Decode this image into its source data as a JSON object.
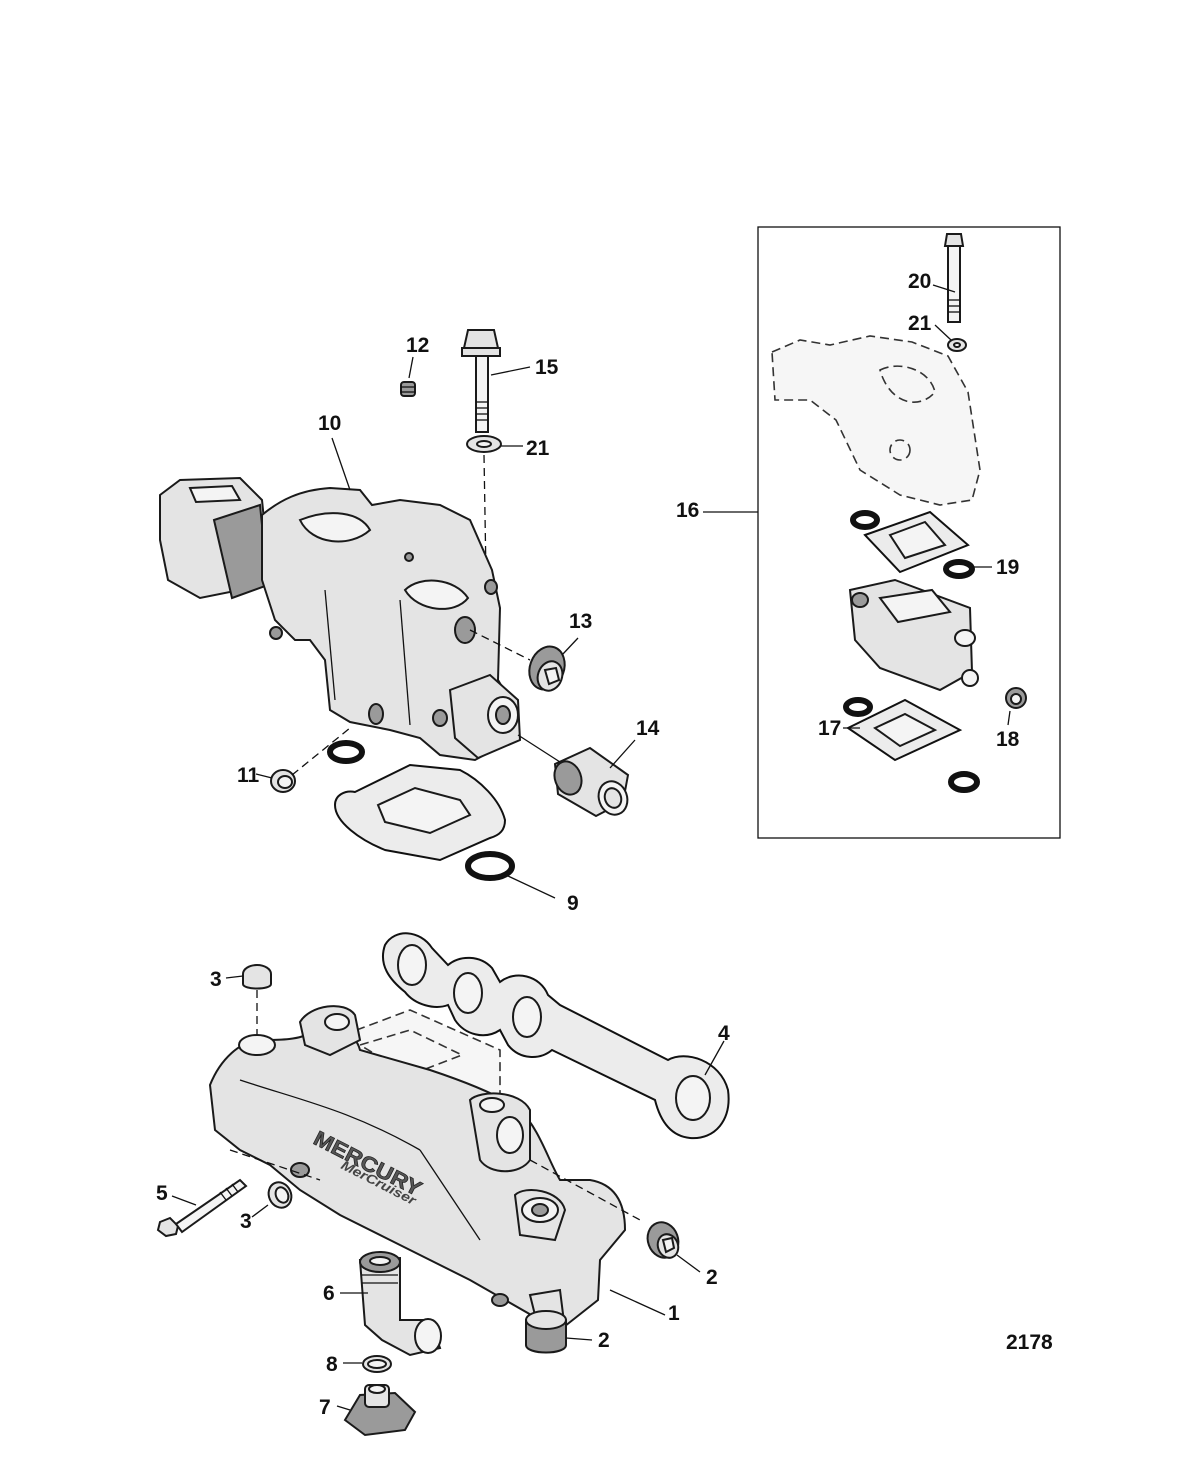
{
  "figure_number": "2178",
  "callouts": {
    "c1": "1",
    "c2a": "2",
    "c2b": "2",
    "c3a": "3",
    "c3b": "3",
    "c4": "4",
    "c5": "5",
    "c6": "6",
    "c7": "7",
    "c8": "8",
    "c9": "9",
    "c10": "10",
    "c11": "11",
    "c12": "12",
    "c13": "13",
    "c14": "14",
    "c15": "15",
    "c16": "16",
    "c17": "17",
    "c18": "18",
    "c19": "19",
    "c20": "20",
    "c21a": "21",
    "c21b": "21"
  },
  "manifold_logo": {
    "brand": "MERCURY",
    "sub_brand": "MerCruiser"
  },
  "parts": [
    "exhaust-manifold",
    "pipe-plug",
    "sleeve",
    "exhaust-gasket",
    "manifold-bolt",
    "elbow-fitting",
    "drain-plug",
    "o-ring",
    "elbow-gasket-set",
    "exhaust-elbow",
    "cup-plug",
    "set-screw",
    "hex-plug",
    "hose-fitting",
    "elbow-bolt",
    "riser-kit",
    "riser-lower-gasket",
    "riser-plug",
    "riser-upper-gasket",
    "riser-bolt",
    "washer"
  ]
}
